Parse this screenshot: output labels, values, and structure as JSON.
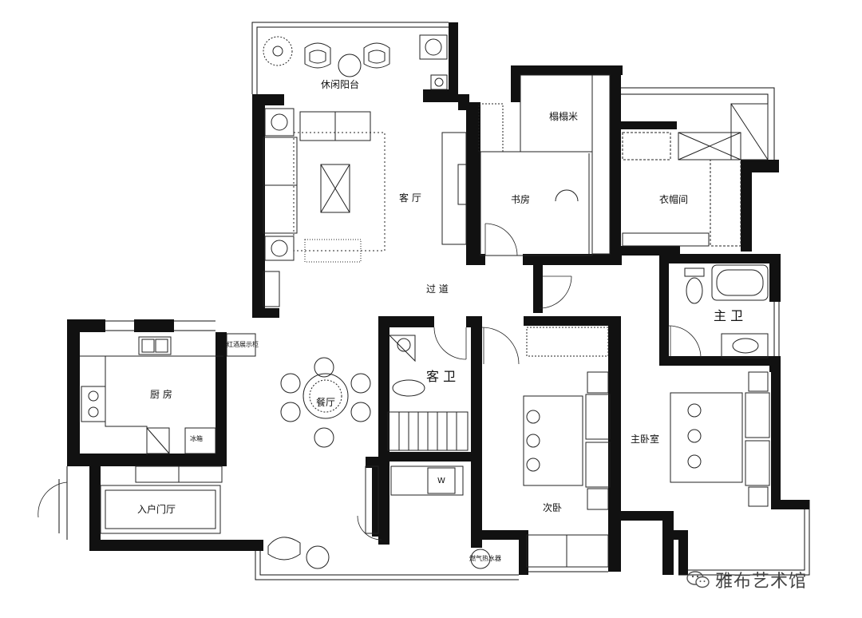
{
  "rooms": {
    "leisure_balcony": "休闲阳台",
    "living_room": "客 厅",
    "cereal_room": "榻榻米",
    "study": "书房",
    "cloakroom": "衣帽间",
    "hallway": "过 道",
    "master_bath": "主 卫",
    "kitchen": "厨 房",
    "dining_room": "餐厅",
    "guest_bath": "客 卫",
    "master_bedroom": "主卧室",
    "second_bedroom": "次卧",
    "entry_hall": "入户门厅"
  },
  "fixtures": {
    "wine_cabinet": "红酒展示柜",
    "fridge": "冰箱",
    "washer": "W",
    "water_heater": "燃气热水器"
  },
  "watermark": {
    "text": "雅布艺术馆",
    "icon": "wechat-icon"
  }
}
